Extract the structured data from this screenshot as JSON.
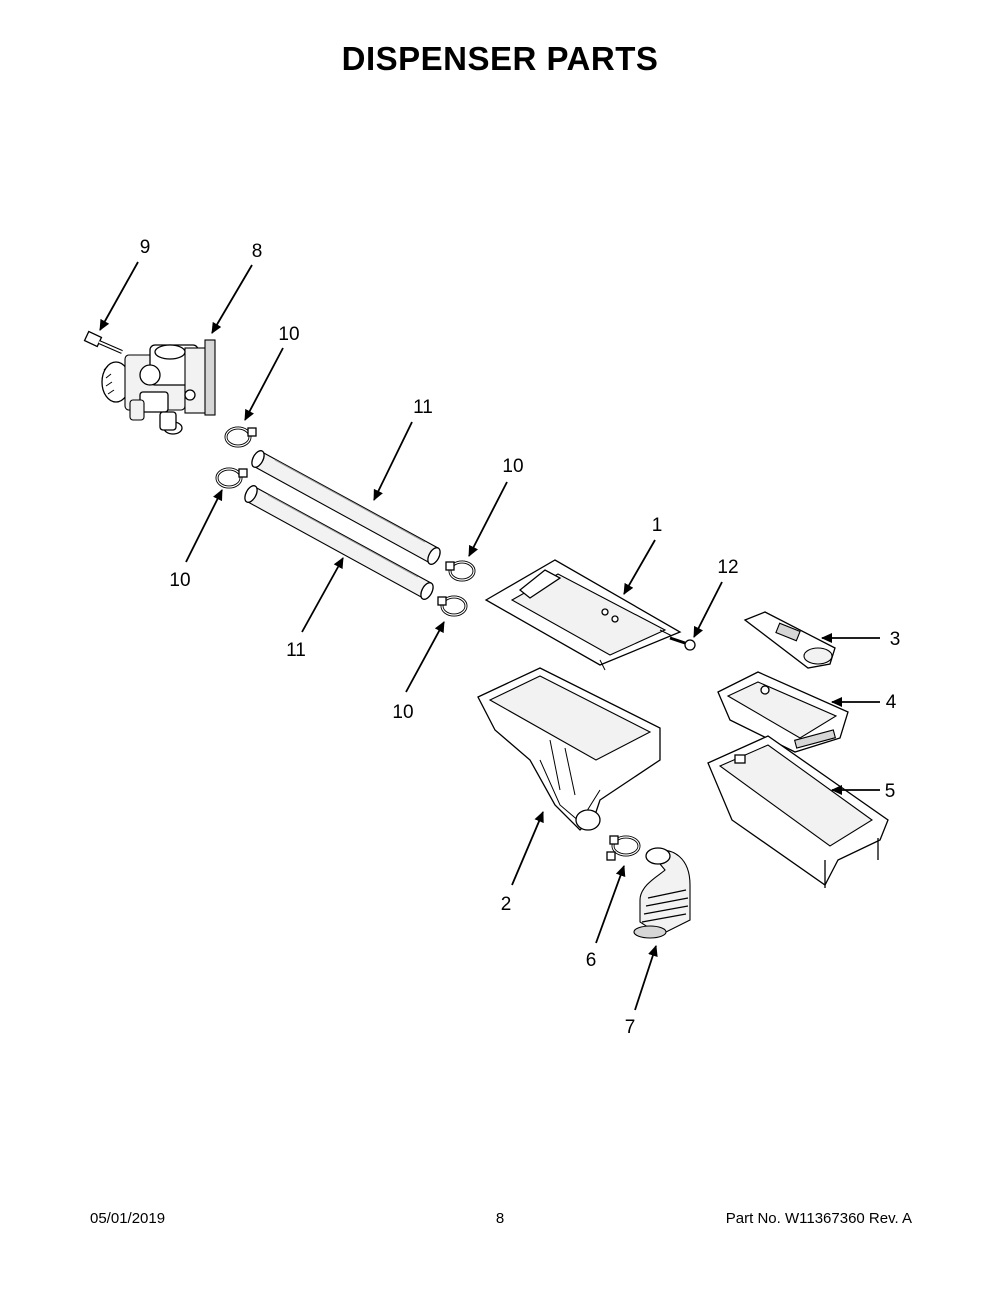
{
  "title": "DISPENSER PARTS",
  "footer": {
    "date": "05/01/2019",
    "page": "8",
    "part_number": "Part No.  W11367360  Rev.  A"
  },
  "callouts": {
    "c1": "1",
    "c2": "2",
    "c3": "3",
    "c4": "4",
    "c5": "5",
    "c6": "6",
    "c7": "7",
    "c8": "8",
    "c9": "9",
    "c10a": "10",
    "c10b": "10",
    "c10c": "10",
    "c10d": "10",
    "c11a": "11",
    "c11b": "11",
    "c12": "12"
  }
}
